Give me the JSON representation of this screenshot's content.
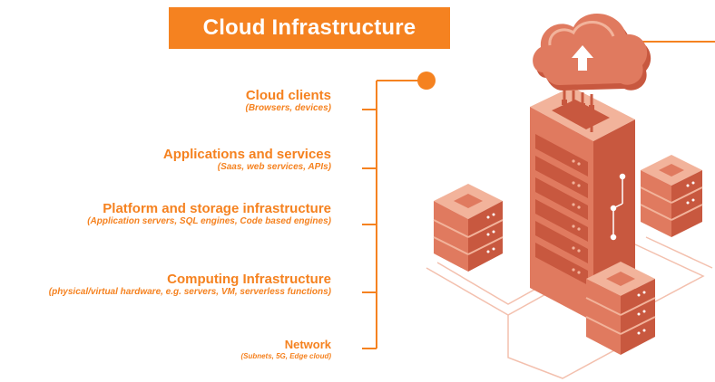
{
  "title": "Cloud Infrastructure",
  "colors": {
    "accent": "#f58220",
    "server_dark": "#c8583f",
    "server_mid": "#e07a5f",
    "server_light": "#f2b39b",
    "outline": "#f3c0ae"
  },
  "layers": [
    {
      "name": "Cloud clients",
      "detail": "(Browsers, devices)"
    },
    {
      "name": "Applications and services",
      "detail": "(Saas, web services, APIs)"
    },
    {
      "name": "Platform and storage infrastructure",
      "detail": "(Application servers, SQL engines, Code based engines)"
    },
    {
      "name": "Computing Infrastructure",
      "detail": "(physical/virtual hardware, e.g. servers, VM, serverless functions)"
    },
    {
      "name": "Network",
      "detail": "(Subnets, 5G, Edge cloud)"
    }
  ],
  "icons": [
    "cloud-icon",
    "upload-arrow-icon",
    "server-rack-icon",
    "server-stack-icon"
  ]
}
